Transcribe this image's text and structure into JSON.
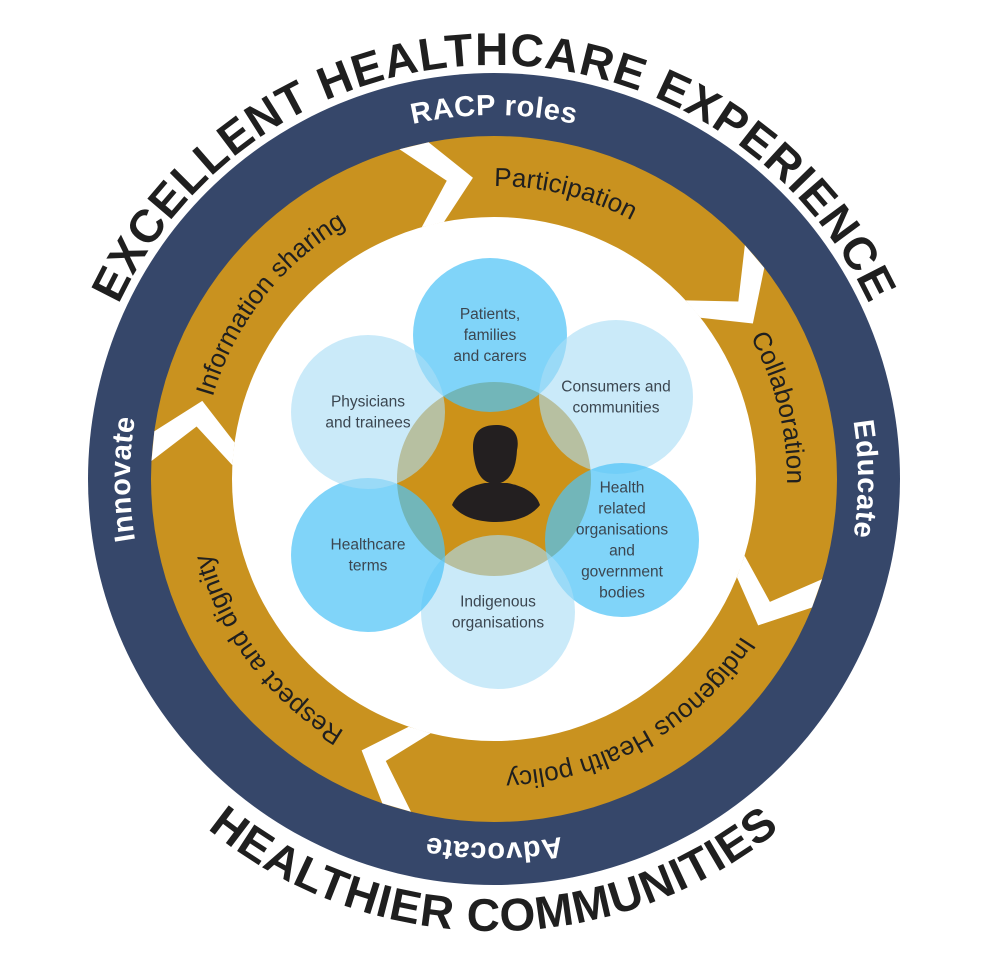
{
  "colors": {
    "navy_ring": "#36476a",
    "gold_ring": "#c9921f",
    "petal_dark": "#4fc3f7",
    "petal_light": "#a9ddf5",
    "center": "#cc9219",
    "person": "#231f20",
    "outer_text": "#1f1f1f"
  },
  "outer_text": {
    "top": "EXCELLENT HEALTHCARE EXPERIENCE",
    "bottom": "HEALTHIER COMMUNITIES"
  },
  "navy_ring": {
    "top": "RACP roles",
    "right": "Educate",
    "bottom": "Advocate",
    "left": "Innovate"
  },
  "gold_ring": {
    "segments": [
      "Participation",
      "Collaboration",
      "Indigenous Health policy",
      "Respect and dignity",
      "Information sharing"
    ]
  },
  "center_icon": "person-silhouette-icon",
  "petals": [
    {
      "lines": [
        "Patients,",
        "families",
        "and carers"
      ],
      "shade": "dark"
    },
    {
      "lines": [
        "Consumers and",
        "communities"
      ],
      "shade": "light"
    },
    {
      "lines": [
        "Health",
        "related",
        "organisations",
        "and",
        "government",
        "bodies"
      ],
      "shade": "dark"
    },
    {
      "lines": [
        "Indigenous",
        "organisations"
      ],
      "shade": "light"
    },
    {
      "lines": [
        "Healthcare",
        "terms"
      ],
      "shade": "dark"
    },
    {
      "lines": [
        "Physicians",
        "and trainees"
      ],
      "shade": "light"
    }
  ]
}
